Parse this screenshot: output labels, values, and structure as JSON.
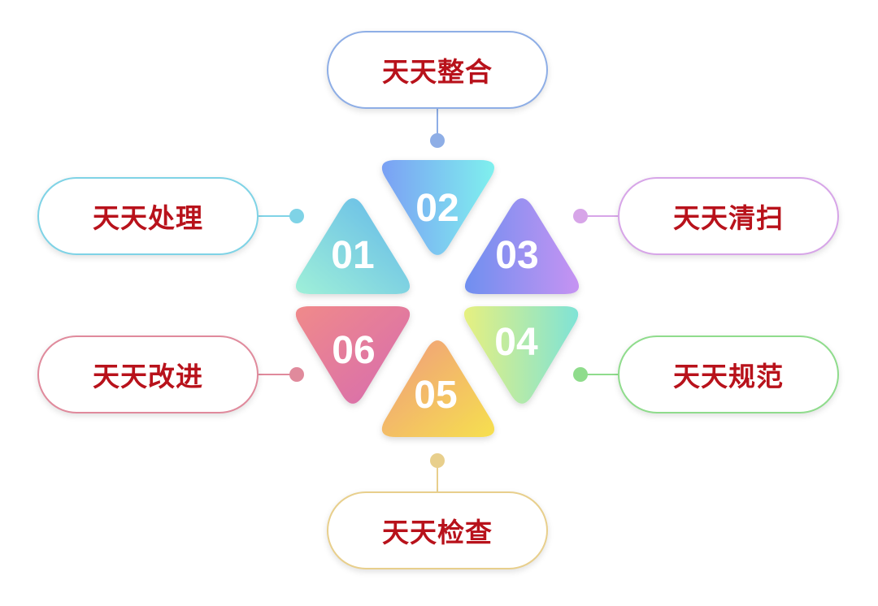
{
  "accent_text_color": "#b8121b",
  "segments": [
    {
      "number": "01",
      "label": "天天处理",
      "color": "#7fd3e6",
      "gradient": [
        "#9ff0d8",
        "#62b7ea"
      ]
    },
    {
      "number": "02",
      "label": "天天整合",
      "color": "#8eaee6",
      "gradient": [
        "#7aa0f4",
        "#7ff0ee"
      ]
    },
    {
      "number": "03",
      "label": "天天清扫",
      "color": "#d7a5e8",
      "gradient": [
        "#6f8ff0",
        "#c693f2"
      ]
    },
    {
      "number": "04",
      "label": "天天规范",
      "color": "#8fdc8c",
      "gradient": [
        "#e6f080",
        "#7fe3d6"
      ]
    },
    {
      "number": "05",
      "label": "天天检查",
      "color": "#e8cf8c",
      "gradient": [
        "#f09a7e",
        "#f6e04e"
      ]
    },
    {
      "number": "06",
      "label": "天天改进",
      "color": "#e08a9c",
      "gradient": [
        "#f08a8a",
        "#d66bb0"
      ]
    }
  ]
}
